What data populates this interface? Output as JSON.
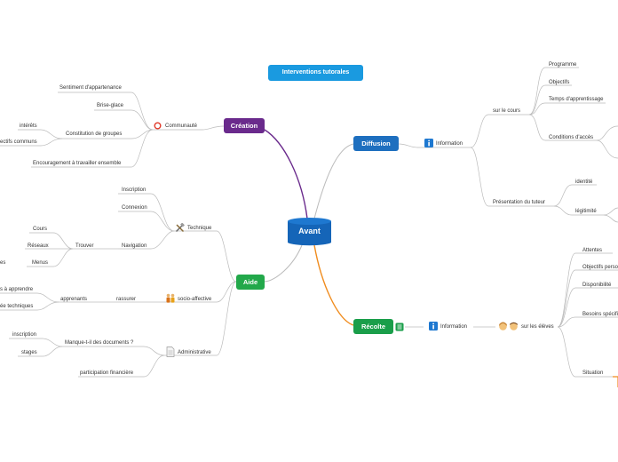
{
  "title": "Interventions tutorales",
  "center": "Avant",
  "colors": {
    "center": "#1565b8",
    "creation": "#6a2a8c",
    "diffusion": "#1e6fbf",
    "aide": "#22a84a",
    "recolte": "#1a9e4a",
    "title": "#1a9ae0"
  },
  "branches": {
    "creation": {
      "label": "Création",
      "communaute": "Communauté",
      "items": [
        "Sentiment d'appartenance",
        "Brise-glace",
        "Constitution de groupes",
        "Encouragement à travailler ensemble"
      ],
      "sub_groupes": [
        "intérêts",
        "ectifs communs"
      ]
    },
    "aide": {
      "label": "Aide",
      "technique": "Technique",
      "technique_items": [
        "Inscription",
        "Connexion",
        "Navigation"
      ],
      "trouver": "Trouver",
      "trouver_items": [
        "Cours",
        "Réseaux",
        "Menus"
      ],
      "partial_es": "es",
      "socio": "socio-affective",
      "rassurer": "rassurer",
      "apprenants": "apprenants",
      "app_items": [
        "s à apprendre",
        "ée techniques"
      ],
      "administrative": "Administrative",
      "docs": "Manque-t-il des documents ?",
      "docs_items": [
        "inscription",
        "stages"
      ],
      "participation": "participation financière"
    },
    "diffusion": {
      "label": "Diffusion",
      "information": "Information",
      "cours": "sur le cours",
      "cours_items": [
        "Programme",
        "Objectifs",
        "Temps d'apprentissage",
        "Conditions d'accès"
      ],
      "tuteur": "Présentation du tuteur",
      "tuteur_items": [
        "identité",
        "légitimité"
      ]
    },
    "recolte": {
      "label": "Récolte",
      "information": "Information",
      "eleves": "sur les élèves",
      "items": [
        "Attentes",
        "Objectifs perso",
        "Disponibilité",
        "Besoins spécifi",
        "Situation"
      ]
    }
  },
  "icons": [
    "ring-icon",
    "tools-icon",
    "people-icon",
    "document-icon",
    "info-icon",
    "faces-icon",
    "notes-icon"
  ]
}
